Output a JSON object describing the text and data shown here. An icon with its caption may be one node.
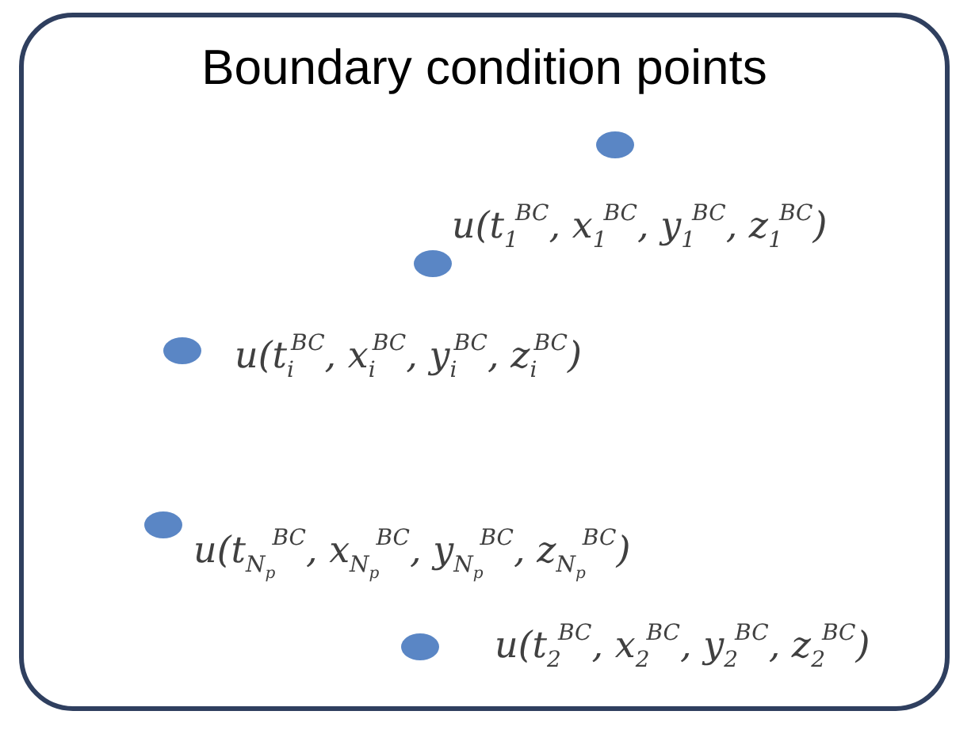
{
  "diagram": {
    "nodes": [
      {
        "text": [
          "Boundary condition points"
        ]
      },
      {
        "text": [],
        "shape": "circle",
        "in": 0
      },
      {
        "text": [],
        "shape": "circle",
        "in": 0
      },
      {
        "text": [],
        "shape": "circle",
        "in": 0
      },
      {
        "text": [],
        "shape": "circle",
        "in": 0
      },
      {
        "text": [],
        "shape": "circle",
        "in": 0
      }
    ],
    "labels": [
      "u(t$_{1}$$^{BC}$, x$_{1}$$^{BC}$, y$_{1}$$^{BC}$, z$_{1}$$^{BC}$)",
      "u(t$_{i}$$^{BC}$, x$_{i}$$^{BC}$, y$_{i}$$^{BC}$, z$_{i}$$^{BC}$)",
      "u(t$_{N}$$_{p}$$^{BC}$, x$_{N}$$_{p}$$^{BC}$, y$_{N}$$_{p}$$^{BC}$, z$_{N}$$_{p}$$^{BC}$)",
      "u(t$_{2}$$^{BC}$, x$_{2}$$^{BC}$, y$_{2}$$^{BC}$, z$_{2}$$^{BC}$)"
    ]
  }
}
